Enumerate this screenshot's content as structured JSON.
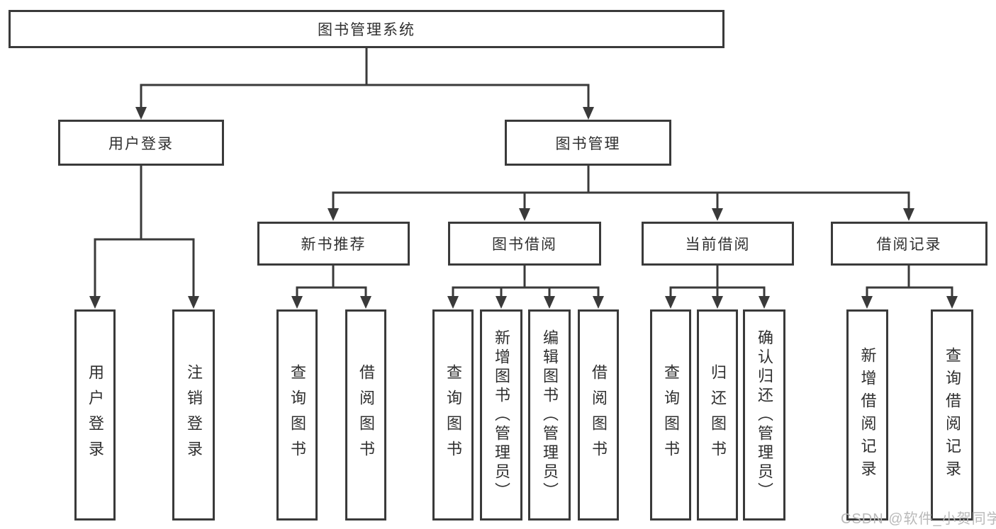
{
  "colors": {
    "background": "#ffffff",
    "line": "#3a3a3a",
    "box_border": "#3a3a3a",
    "text": "#2f2f2f",
    "watermark": "#b9b9b9"
  },
  "watermark": {
    "text": "CSDN @软件_小贺同学"
  },
  "diagram": {
    "title": "图书管理系统",
    "branches": [
      {
        "label": "用户登录",
        "children": [
          "用户登录",
          "注销登录"
        ]
      },
      {
        "label": "图书管理",
        "sections": [
          {
            "label": "新书推荐",
            "children": [
              "查询图书",
              "借阅图书"
            ]
          },
          {
            "label": "图书借阅",
            "children": [
              "查询图书",
              "新增图书（管理员）",
              "编辑图书（管理员）",
              "借阅图书"
            ]
          },
          {
            "label": "当前借阅",
            "children": [
              "查询图书",
              "归还图书",
              "确认归还（管理员）"
            ]
          },
          {
            "label": "借阅记录",
            "children": [
              "新增借阅记录",
              "查询借阅记录"
            ]
          }
        ]
      }
    ]
  }
}
